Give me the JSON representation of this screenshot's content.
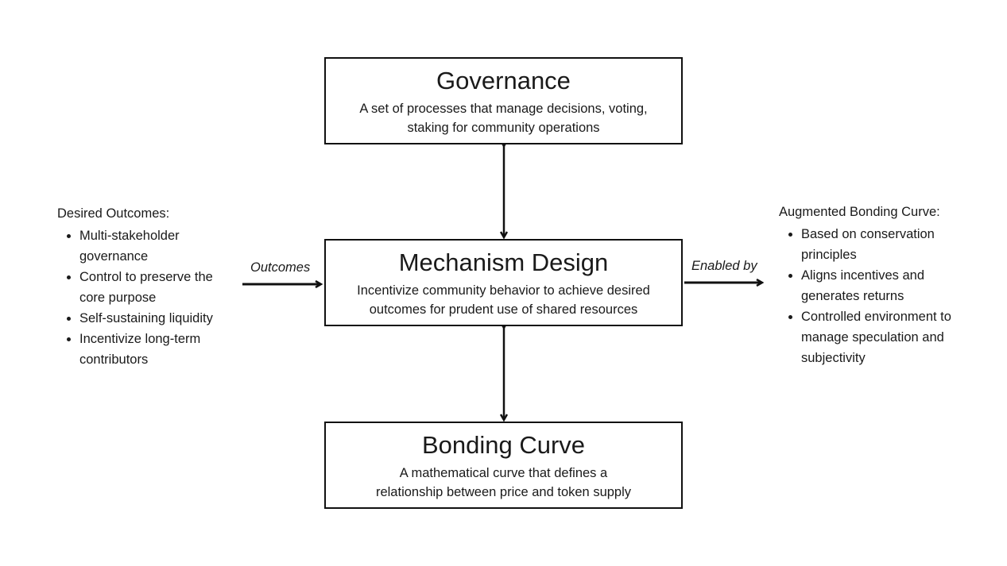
{
  "governance": {
    "title": "Governance",
    "description": "A set of processes that manage decisions, voting,\nstaking for community operations"
  },
  "mechanism": {
    "title": "Mechanism Design",
    "description": "Incentivize community behavior to achieve desired\noutcomes for prudent use of shared resources"
  },
  "bonding": {
    "title": "Bonding Curve",
    "description": "A mathematical curve that defines a\nrelationship between price and token supply"
  },
  "left": {
    "heading": "Desired Outcomes:",
    "items": [
      "Multi-stakeholder governance",
      "Control to preserve the core purpose",
      "Self-sustaining liquidity",
      "Incentivize long-term contributors"
    ],
    "arrow_label": "Outcomes"
  },
  "right": {
    "heading": "Augmented Bonding Curve:",
    "items": [
      "Based on conservation principles",
      "Aligns incentives and generates returns",
      "Controlled environment to manage speculation and subjectivity"
    ],
    "arrow_label": "Enabled by"
  }
}
